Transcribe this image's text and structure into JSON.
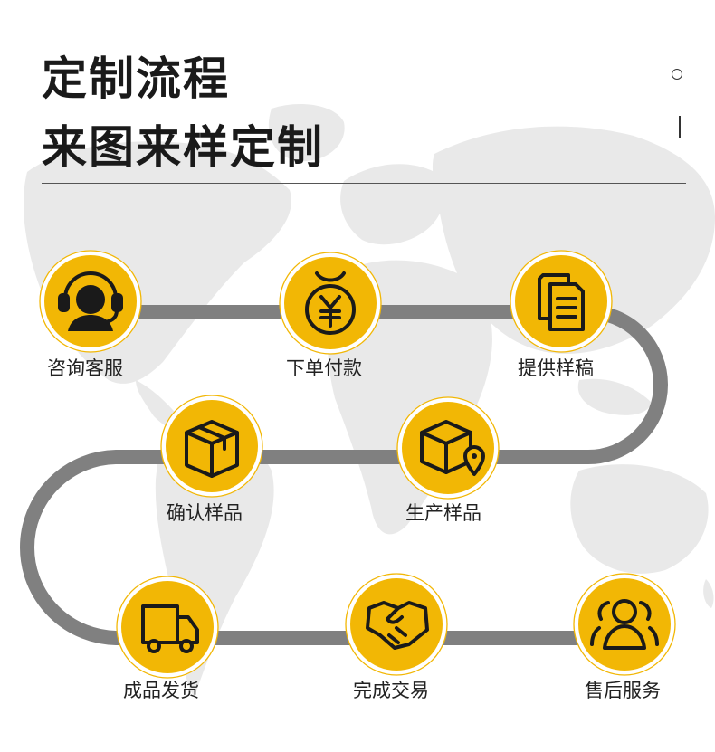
{
  "header": {
    "title_line1": "定制流程",
    "title_line2": "来图来样定制"
  },
  "colors": {
    "accent": "#F2B705",
    "path": "#808080",
    "outline": "#1a1a1a",
    "map": "#E9E9E9"
  },
  "steps": [
    {
      "label": "咨询客服",
      "icon": "customer-service-headset-icon"
    },
    {
      "label": "下单付款",
      "icon": "yen-coin-icon"
    },
    {
      "label": "提供样稿",
      "icon": "documents-icon"
    },
    {
      "label": "确认样品",
      "icon": "package-box-icon"
    },
    {
      "label": "生产样品",
      "icon": "box-location-icon"
    },
    {
      "label": "成品发货",
      "icon": "delivery-truck-icon"
    },
    {
      "label": "完成交易",
      "icon": "handshake-icon"
    },
    {
      "label": "售后服务",
      "icon": "users-group-icon"
    }
  ]
}
